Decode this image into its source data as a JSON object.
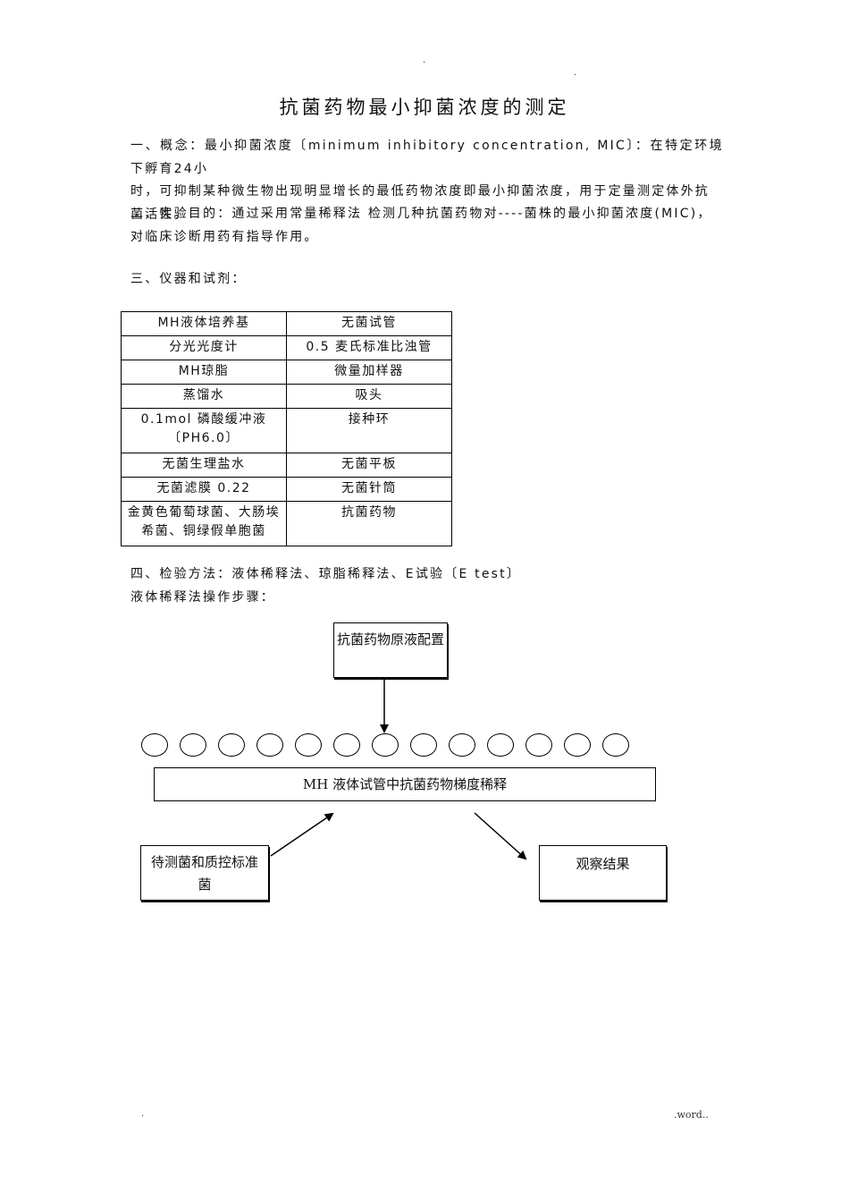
{
  "header": {
    "dot_center": ".",
    "dot_right": "."
  },
  "title": "抗菌药物最小抑菌浓度的测定",
  "section1": {
    "lines": [
      "一、概念：最小抑菌浓度〔minimum inhibitory concentration, MIC〕：在特定环境下孵育24小",
      "时，可抑制某种微生物出现明显增长的最低药物浓度即最小抑菌浓度，用于定量测定体外抗",
      "菌活性。"
    ]
  },
  "section2": {
    "lines": [
      "二、实验目的：通过采用常量稀释法 检测几种抗菌药物对----菌株的最小抑菌浓度(MIC)，",
      "对临床诊断用药有指导作用。"
    ]
  },
  "section3": {
    "heading": "三、仪器和试剂："
  },
  "reagents": [
    [
      "MH液体培养基",
      "无菌试管"
    ],
    [
      "分光光度计",
      "0.5 麦氏标准比浊管"
    ],
    [
      "MH琼脂",
      "微量加样器"
    ],
    [
      "蒸馏水",
      "吸头"
    ],
    [
      "0.1mol 磷酸缓冲液〔PH6.0〕",
      "接种环"
    ],
    [
      "无菌生理盐水",
      "无菌平板"
    ],
    [
      "无菌滤膜 0.22",
      "无菌针筒"
    ],
    [
      "金黄色葡萄球菌、大肠埃希菌、铜绿假单胞菌",
      "抗菌药物"
    ]
  ],
  "section4": {
    "line1": "四、检验方法：液体稀释法、琼脂稀释法、E试验〔E test〕",
    "line2": "液体稀释法操作步骤："
  },
  "flowchart": {
    "top_box": "抗菌药物原液配置",
    "tube_count": 13,
    "main_box": "MH 液体试管中抗菌药物梯度稀释",
    "left_box": "待测菌和质控标准菌",
    "right_box": "观察结果"
  },
  "footer": {
    "left": ".",
    "right": ".word.."
  }
}
